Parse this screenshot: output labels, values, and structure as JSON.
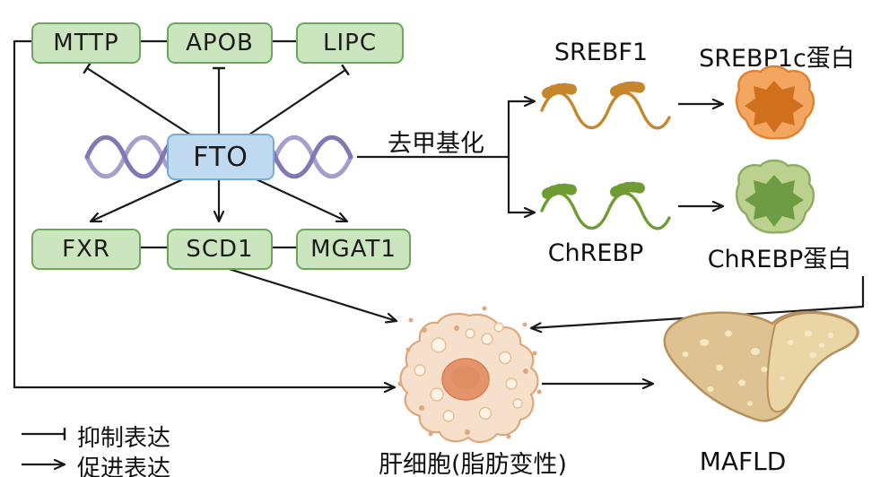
{
  "nodes": {
    "fto": "FTO",
    "mttp": "MTTP",
    "apob": "APOB",
    "lipc": "LIPC",
    "fxr": "FXR",
    "scd1": "SCD1",
    "mgat1": "MGAT1"
  },
  "labels": {
    "demethylation": "去甲基化",
    "srebf1_mrna": "SREBF1",
    "srebp1c_protein": "SREBP1c蛋白",
    "chrebp_mrna": "ChREBP",
    "chrebp_protein": "ChREBP蛋白",
    "hepatocyte": "肝细胞(脂肪变性)",
    "mafld": "MAFLD"
  },
  "legend": {
    "inhibit": "抑制表达",
    "promote": "促进表达"
  },
  "colors": {
    "gene_box_fill": "#cbe5bf",
    "gene_box_border": "#6da75b",
    "fto_box_fill": "#bfdaf0",
    "fto_box_border": "#79abd6",
    "dna_strand_dark": "#8377b4",
    "dna_strand_light": "#a89ecb",
    "srebf1_mrna": "#c5862c",
    "chrebp_mrna": "#6f9b33",
    "srebp1c_outer": "#f3a65f",
    "srebp1c_outer_border": "#df8434",
    "srebp1c_inner": "#d0701d",
    "chrebp_outer": "#bcd18f",
    "chrebp_outer_border": "#8fae62",
    "chrebp_inner": "#6e9c44",
    "cell_fill": "#f7e0cb",
    "cell_border": "#dba87c",
    "nucleus_fill": "#e3946b",
    "liver_fill": "#dfc291",
    "liver_right_lobe_fill": "#ead5a5",
    "liver_border": "#b6905a",
    "line_color": "#1a1a1a"
  }
}
